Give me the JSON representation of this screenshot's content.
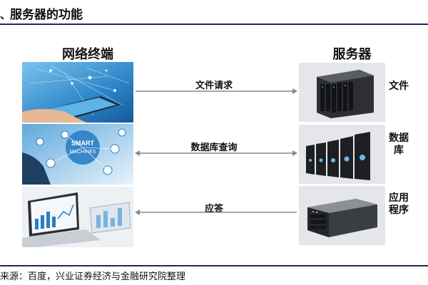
{
  "header": {
    "marker": "、",
    "title": "服务器的功能"
  },
  "diagram": {
    "left_heading": "网络终端",
    "right_heading": "服务器",
    "flows": [
      {
        "label": "文件请求",
        "direction": "right"
      },
      {
        "label": "数据库查询",
        "direction": "both"
      },
      {
        "label": "应答",
        "direction": "left"
      }
    ],
    "servers": [
      {
        "label": "文件"
      },
      {
        "label": "数据库"
      },
      {
        "label": "应用程序"
      }
    ],
    "terminal_images": [
      {
        "icon": "tablet-hand-image"
      },
      {
        "icon": "smart-machines-image",
        "text_line1": "SMART",
        "text_line2": "MACHINES"
      },
      {
        "icon": "laptop-charts-image"
      }
    ]
  },
  "footer": {
    "source": "来源：百度，兴业证券经济与金融研究院整理"
  },
  "colors": {
    "rule": "#1f2a55",
    "arrow": "#888888",
    "panel_blue": "#2a7fc4"
  }
}
